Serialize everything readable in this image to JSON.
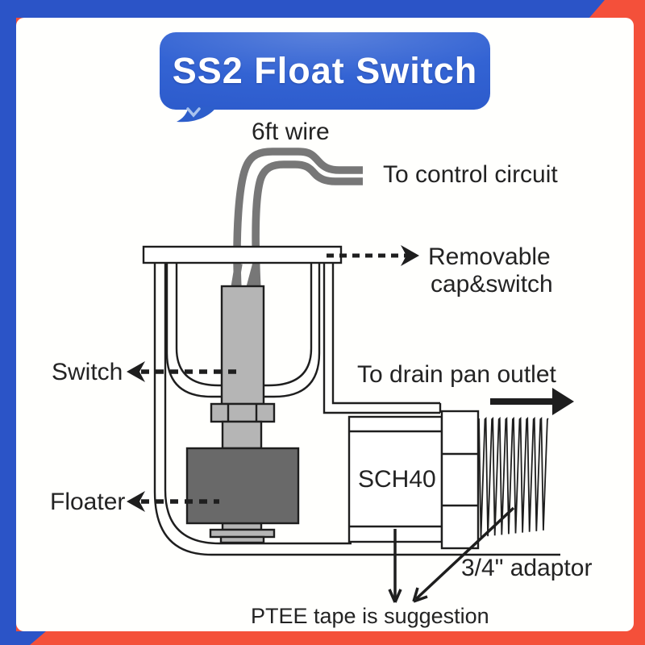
{
  "frame": {
    "blue": "#2b54c7",
    "red": "#f4503a"
  },
  "banner": {
    "title": "SS2 Float Switch"
  },
  "diagram": {
    "labels": {
      "wire": "6ft wire",
      "control": "To control circuit",
      "removable_line1": "Removable",
      "removable_line2": "cap&switch",
      "switch": "Switch",
      "floater": "Floater",
      "drain": "To drain pan outlet",
      "pipe": "SCH40",
      "adaptor": "3/4\" adaptor",
      "ptee": "PTEE tape is suggestion"
    },
    "colors": {
      "line": "#1e1e1e",
      "wiregray": "#777777",
      "lightgray": "#b5b5b5",
      "darkgray": "#696969"
    }
  }
}
